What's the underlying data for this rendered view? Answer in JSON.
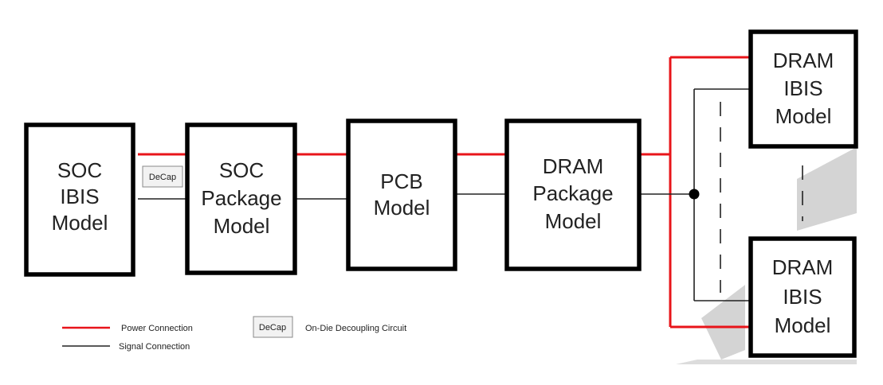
{
  "colors": {
    "power": "#e8141a",
    "signal": "#222222",
    "box_stroke": "#000000",
    "shadow": "#d4d4d4",
    "decap_fill": "#f2f2f2"
  },
  "boxes": {
    "soc_ibis": [
      "SOC",
      "IBIS",
      "Model"
    ],
    "soc_package": [
      "SOC",
      "Package",
      "Model"
    ],
    "pcb": [
      "PCB",
      "Model"
    ],
    "dram_package": [
      "DRAM",
      "Package",
      "Model"
    ],
    "dram_ibis_top": [
      "DRAM",
      "IBIS",
      "Model"
    ],
    "dram_ibis_bottom": [
      "DRAM",
      "IBIS",
      "Model"
    ]
  },
  "decap_label": "DeCap",
  "legend": {
    "power": "Power Connection",
    "signal": "Signal Connection",
    "decap_label": "DeCap",
    "decap_desc": "On-Die Decoupling Circuit"
  }
}
